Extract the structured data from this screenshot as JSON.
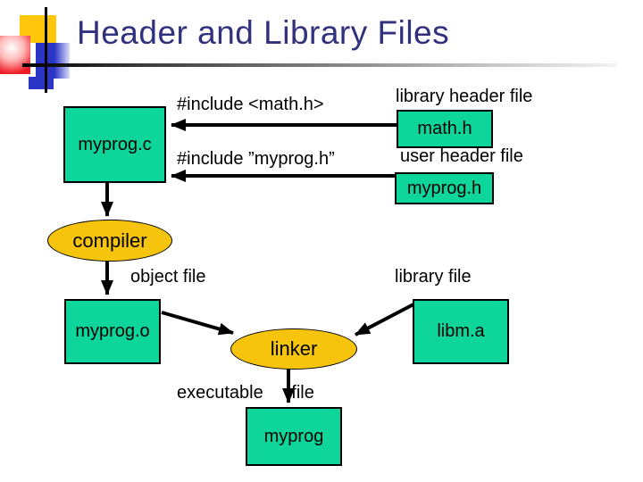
{
  "slide": {
    "title": "Header and Library Files"
  },
  "colors": {
    "file_box_fill": "#0ED69A",
    "process_ellipse_fill": "#F7C40D",
    "title_text": "#31317E",
    "arrow": "#000000"
  },
  "diagram": {
    "nodes": {
      "myprog_c": "myprog.c",
      "math_h": "math.h",
      "myprog_h": "myprog.h",
      "myprog_o": "myprog.o",
      "libm_a": "libm.a",
      "myprog_exe": "myprog"
    },
    "processes": {
      "compiler": "compiler",
      "linker": "linker"
    },
    "labels": {
      "include_math": "#include <math.h>",
      "include_myprog": "#include ”myprog.h”",
      "library_header_file": "library header file",
      "user_header_file": "user header file",
      "object_file": "object file",
      "library_file": "library file",
      "executable_file": "executable file"
    }
  }
}
